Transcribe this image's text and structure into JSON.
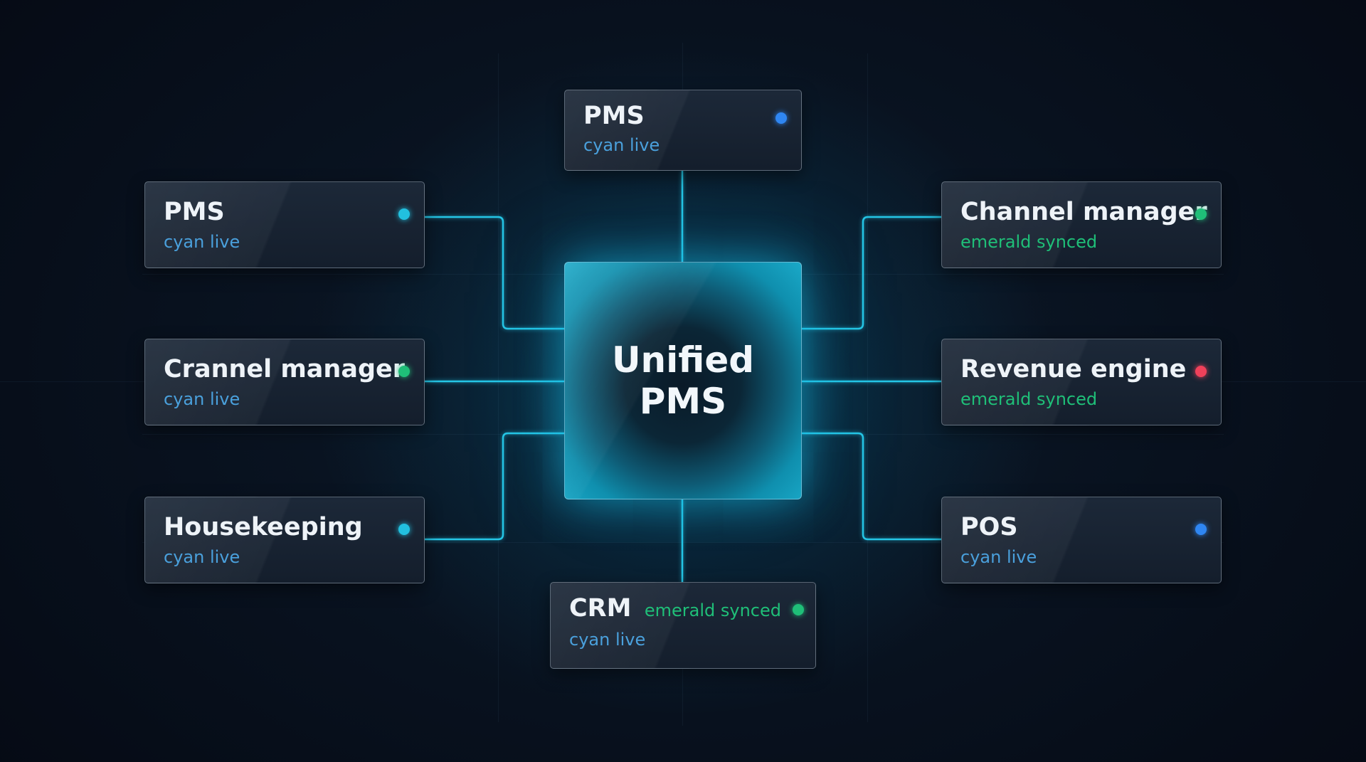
{
  "colors": {
    "cyan": "#22c0df",
    "blue": "#2f86f2",
    "emerald": "#1fbf78",
    "red": "#f0415a",
    "cyan_text": "#4aa0dc",
    "emerald_text": "#1fbf78",
    "wire": "#25c6e6"
  },
  "hub": {
    "title": "Unified\nPMS"
  },
  "nodes": {
    "top": {
      "title": "PMS",
      "status": "cyan live",
      "status_color": "#4aa0dc",
      "dot_color": "#2f86f2"
    },
    "left_1": {
      "title": "PMS",
      "status": "cyan live",
      "status_color": "#4aa0dc",
      "dot_color": "#22c0df"
    },
    "left_2": {
      "title": "Crannel manager",
      "status": "cyan live",
      "status_color": "#4aa0dc",
      "dot_color": "#1fbf78"
    },
    "left_3": {
      "title": "Housekeeping",
      "status": "cyan live",
      "status_color": "#4aa0dc",
      "dot_color": "#22c0df"
    },
    "right_1": {
      "title": "Channel manager",
      "status": "emerald synced",
      "status_color": "#1fbf78",
      "dot_color": "#1fbf78"
    },
    "right_2": {
      "title": "Revenue engine",
      "status": "emerald synced",
      "status_color": "#1fbf78",
      "dot_color": "#f0415a"
    },
    "right_3": {
      "title": "POS",
      "status": "cyan live",
      "status_color": "#4aa0dc",
      "dot_color": "#2f86f2"
    },
    "bottom": {
      "title": "CRM",
      "status": "cyan live",
      "status_color": "#4aa0dc",
      "side_status": "emerald synced",
      "side_status_color": "#1fbf78",
      "dot_color": "#1fbf78"
    }
  }
}
